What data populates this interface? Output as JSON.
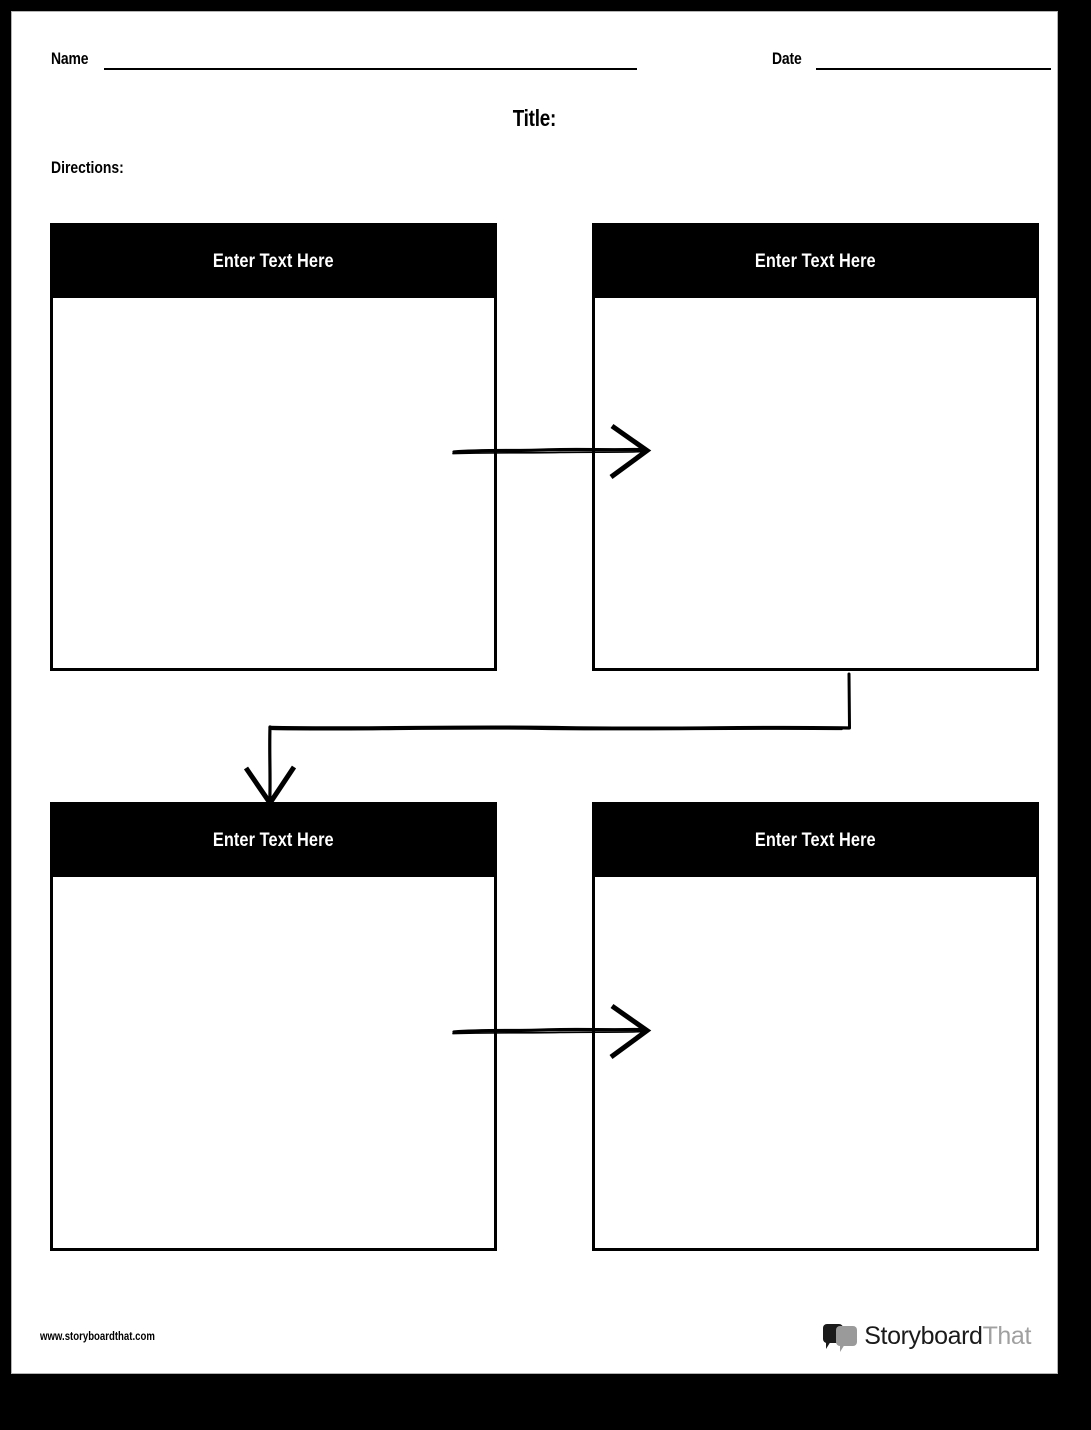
{
  "document": {
    "title_label": "Title:",
    "directions_label": "Directions:",
    "name_label": "Name",
    "date_label": "Date",
    "name_value": "",
    "date_value": "",
    "title_value": "",
    "directions_value": ""
  },
  "cells": [
    {
      "id": "cell-1",
      "header": "Enter Text Here",
      "body": ""
    },
    {
      "id": "cell-2",
      "header": "Enter Text Here",
      "body": ""
    },
    {
      "id": "cell-3",
      "header": "Enter Text Here",
      "body": ""
    },
    {
      "id": "cell-4",
      "header": "Enter Text Here",
      "body": ""
    }
  ],
  "connectors": [
    {
      "name": "arrow-cell1-to-cell2",
      "direction": "right"
    },
    {
      "name": "arrow-cell2-to-cell3",
      "direction": "elbow-left-down"
    },
    {
      "name": "arrow-cell3-to-cell4",
      "direction": "right"
    }
  ],
  "footer": {
    "url": "www.storyboardthat.com",
    "brand_primary": "Storyboard",
    "brand_secondary": "That"
  },
  "colors": {
    "page_border": "#000000",
    "header_band": "#000000",
    "header_text": "#ffffff",
    "box_border": "#000000",
    "paper": "#ffffff",
    "brand_dark": "#1a1a1a",
    "brand_gray": "#a0a0a0"
  }
}
